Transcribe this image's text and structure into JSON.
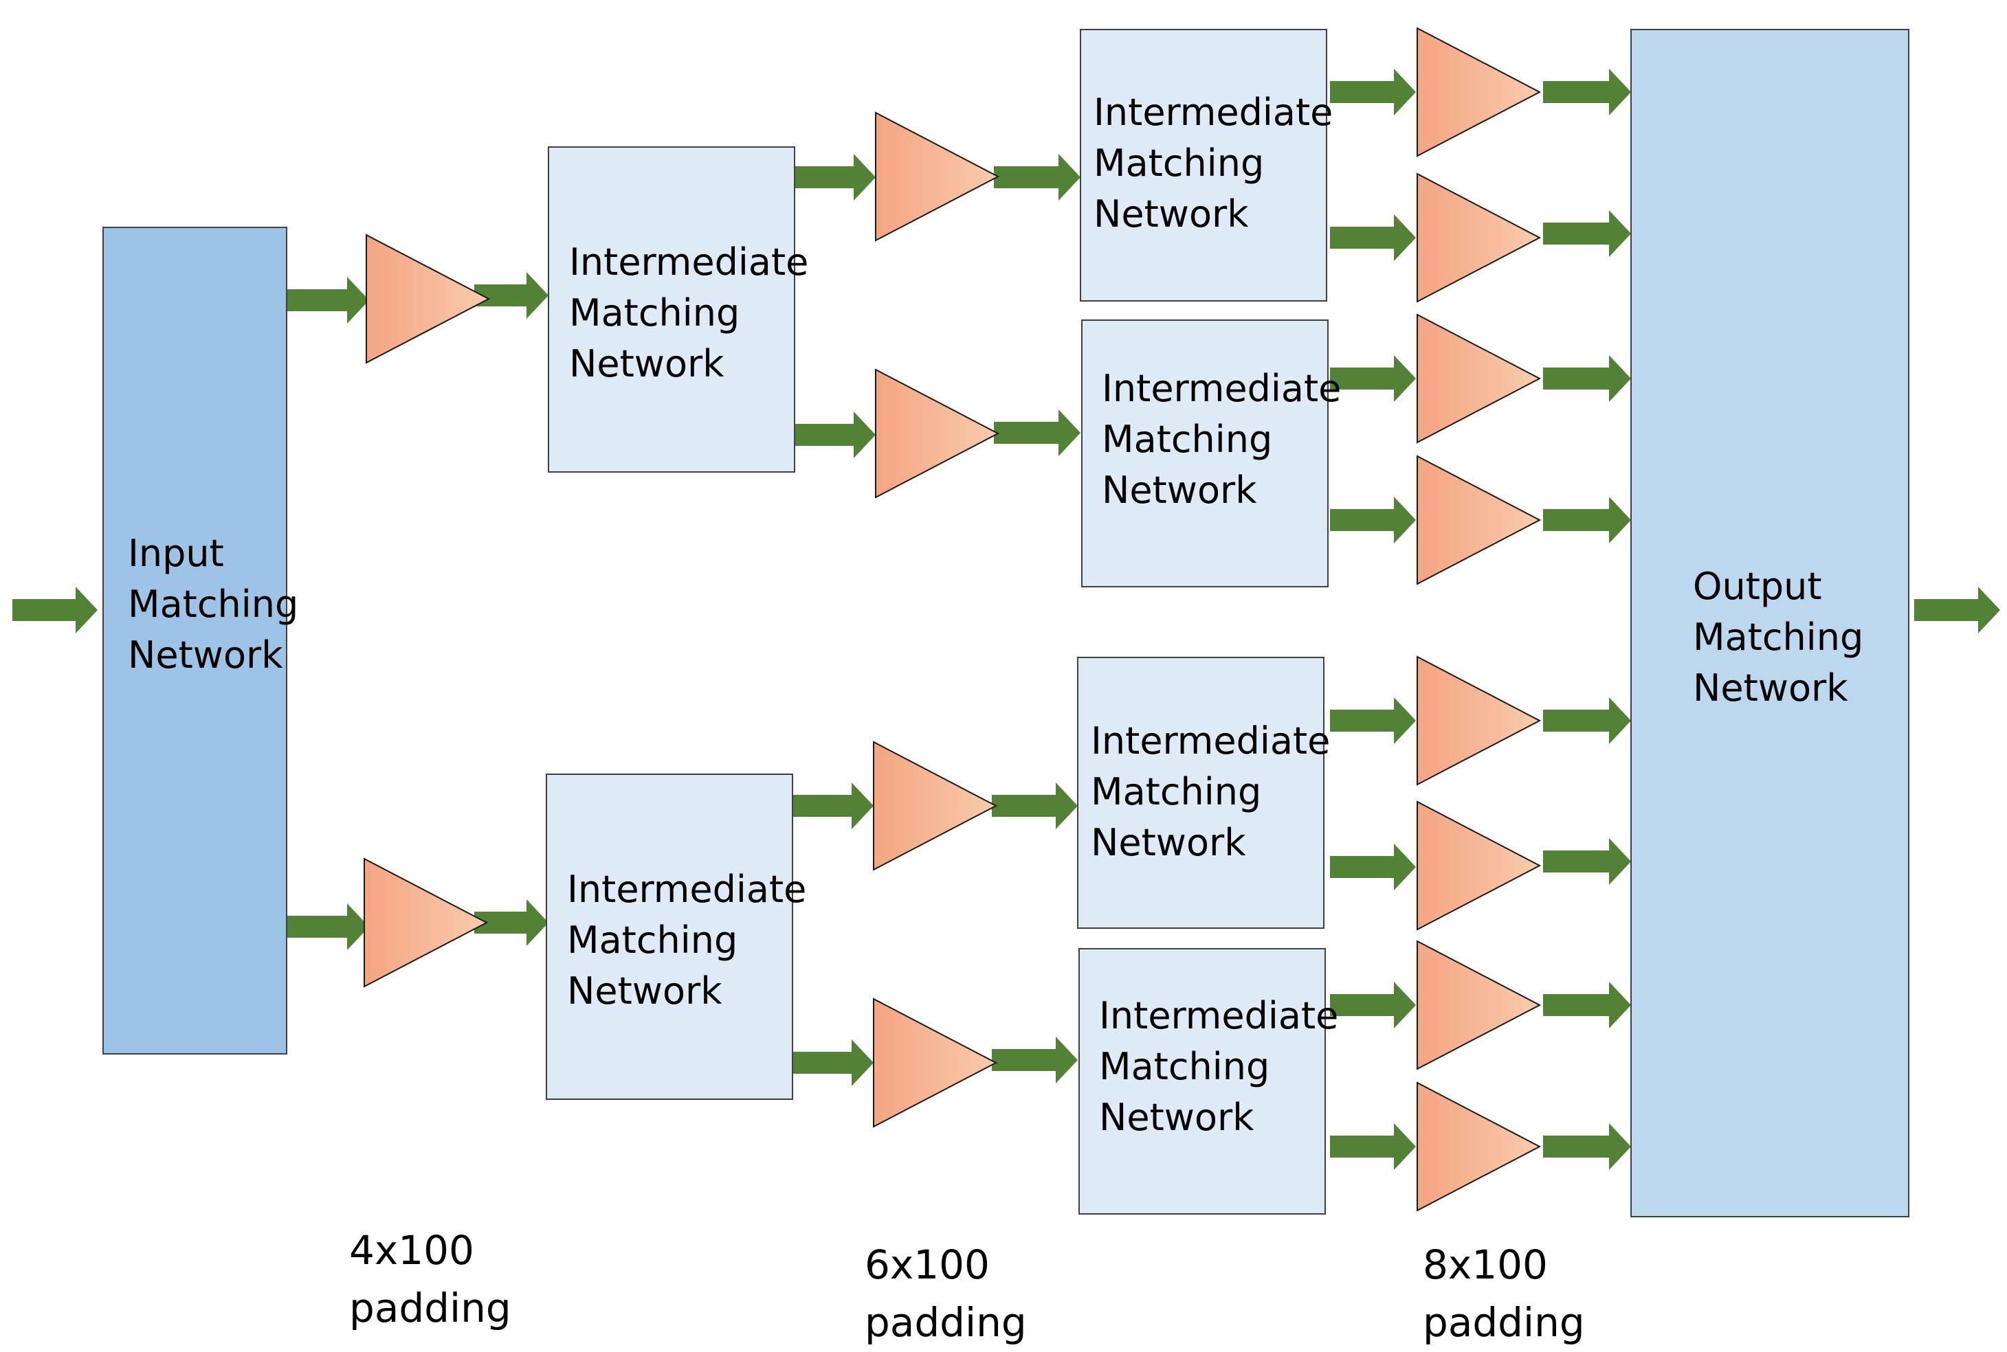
{
  "colors": {
    "arrow": "#538135",
    "input_box": "#9dc3e6",
    "intermediate_box": "#deebf7",
    "output_box": "#bdd7ee",
    "amplifier_start": "#f4a582",
    "amplifier_end": "#f8cbad",
    "box_border": "#404040"
  },
  "blocks": {
    "input": [
      "Input",
      "Matching",
      "Network"
    ],
    "output": [
      "Output",
      "Matching",
      "Network"
    ],
    "intermediate": [
      "Intermediate",
      "Matching",
      "Network"
    ]
  },
  "stages": [
    {
      "line1": "4x100",
      "line2": "padding"
    },
    {
      "line1": "6x100",
      "line2": "padding"
    },
    {
      "line1": "8x100",
      "line2": "padding"
    }
  ],
  "amplifier_icon": "triangle-amplifier-icon",
  "arrow_icon": "right-arrow-icon"
}
